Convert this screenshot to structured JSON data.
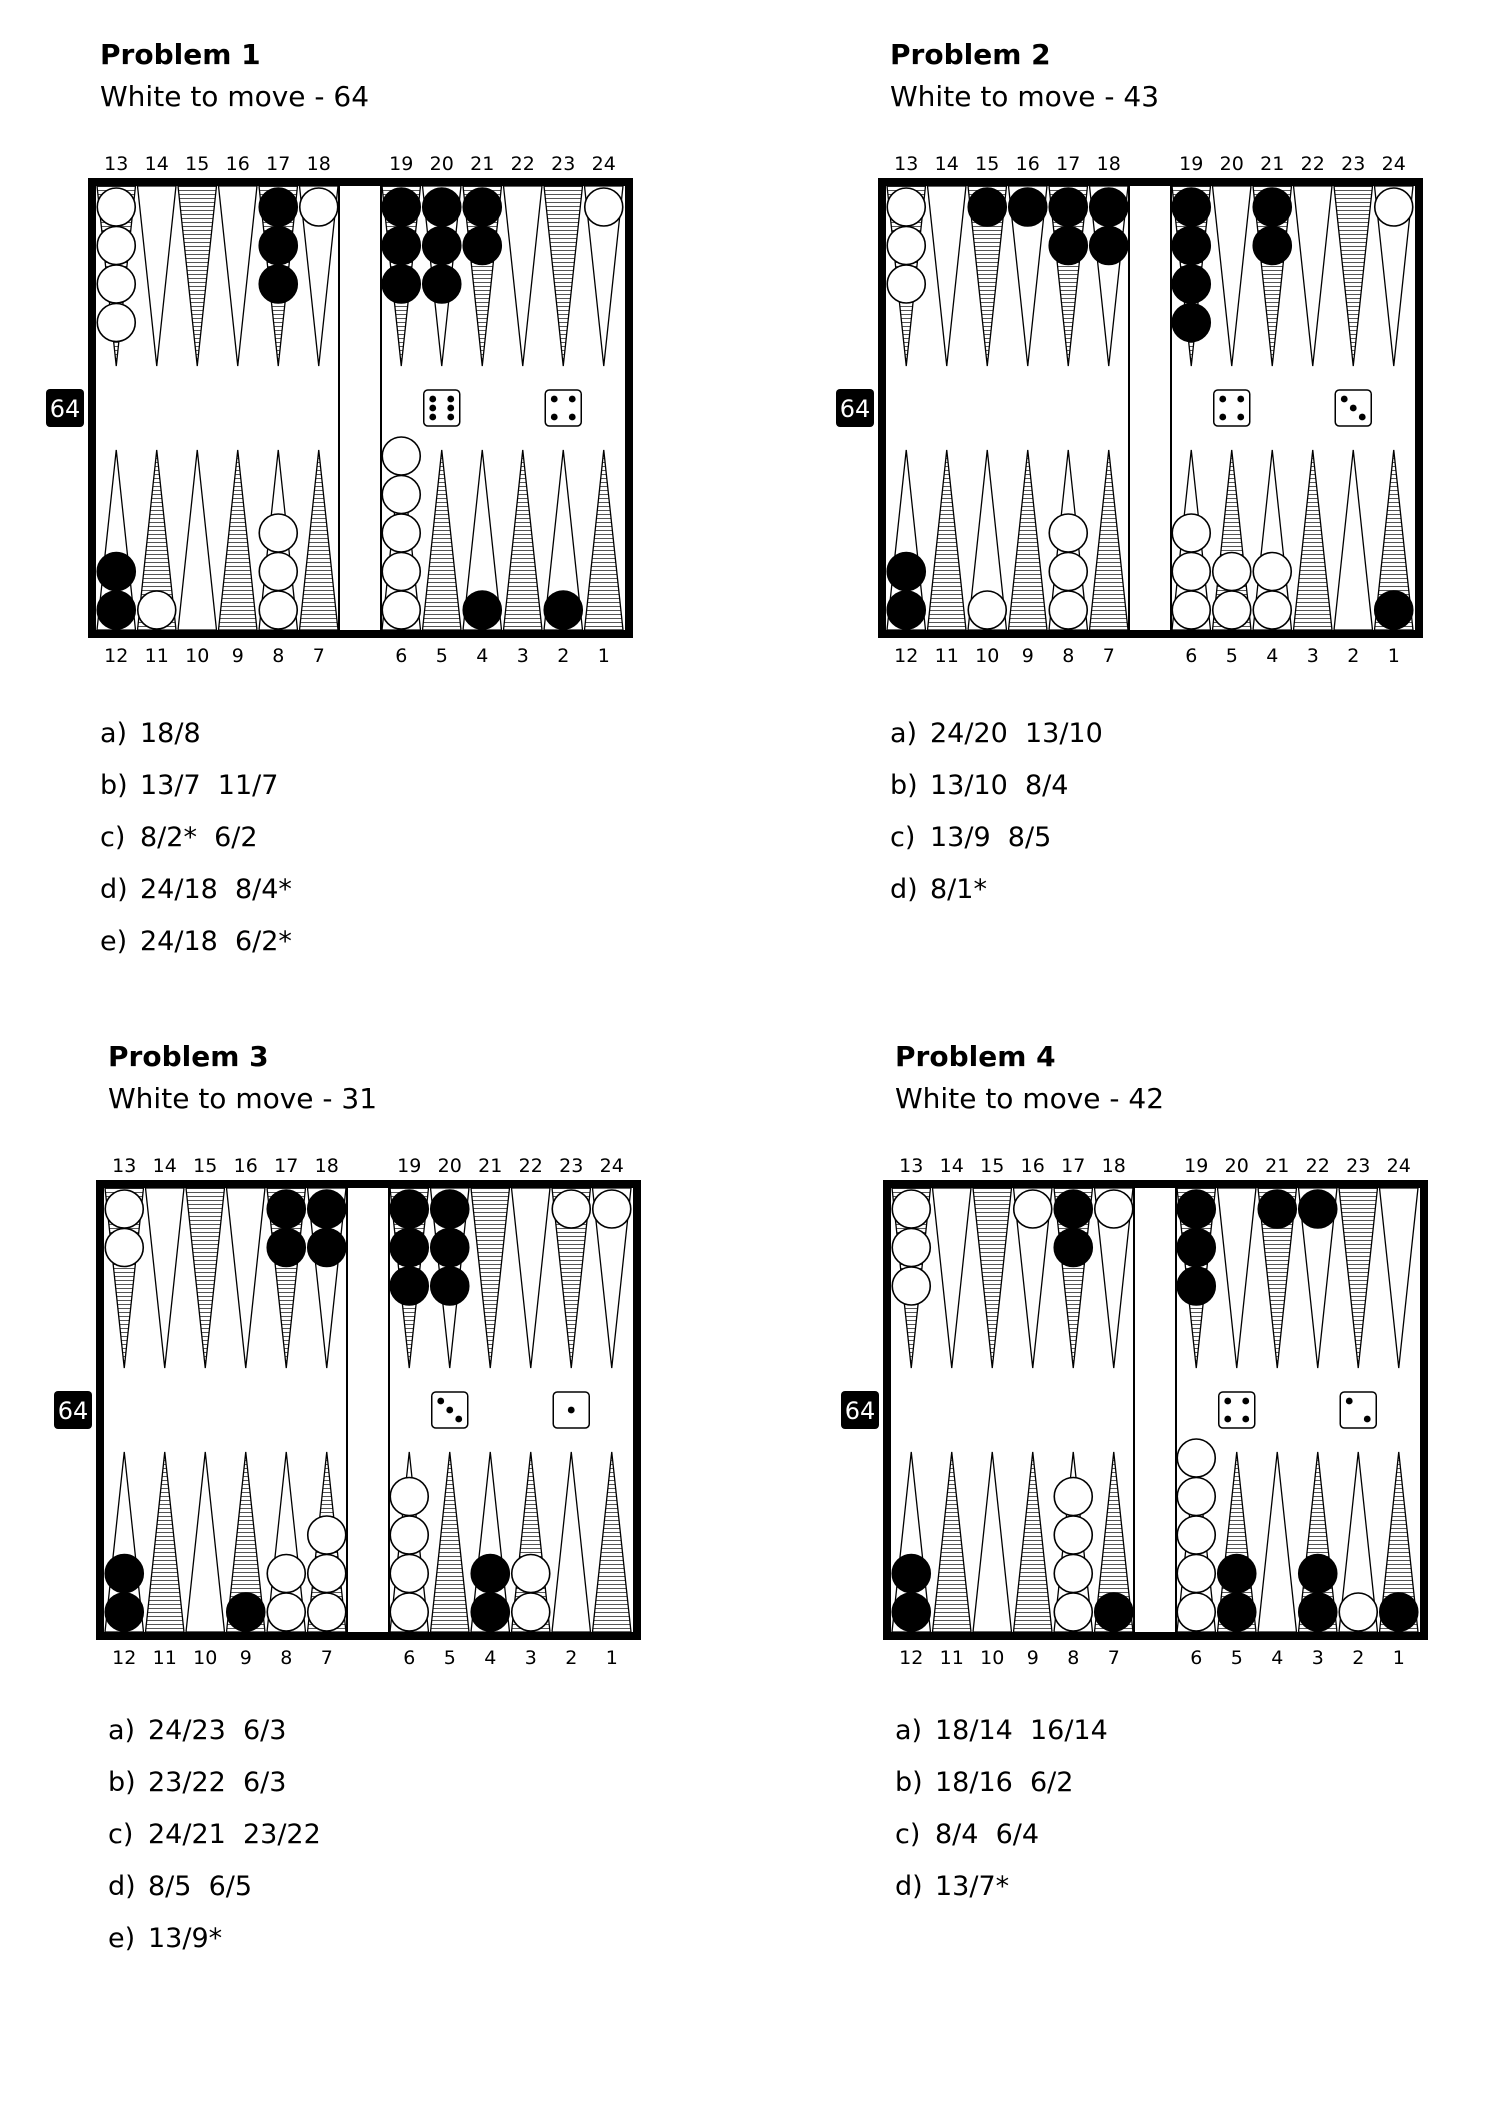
{
  "page": {
    "cube_label": "64",
    "colors": {
      "ink": "#000000",
      "paper": "#ffffff",
      "hatch": "#555555"
    }
  },
  "problems": [
    {
      "title": "Problem 1",
      "subtitle": "White to move - 64",
      "to_move": "White",
      "dice": [
        6,
        4
      ],
      "cube": "64",
      "top_labels": [
        "13",
        "14",
        "15",
        "16",
        "17",
        "18",
        "19",
        "20",
        "21",
        "22",
        "23",
        "24"
      ],
      "bottom_labels": [
        "12",
        "11",
        "10",
        "9",
        "8",
        "7",
        "6",
        "5",
        "4",
        "3",
        "2",
        "1"
      ],
      "checkers": {
        "13": {
          "color": "white",
          "count": 4
        },
        "17": {
          "color": "black",
          "count": 3
        },
        "18": {
          "color": "white",
          "count": 1
        },
        "19": {
          "color": "black",
          "count": 3
        },
        "20": {
          "color": "black",
          "count": 3
        },
        "21": {
          "color": "black",
          "count": 2
        },
        "24": {
          "color": "white",
          "count": 1
        },
        "12": {
          "color": "black",
          "count": 2
        },
        "11": {
          "color": "white",
          "count": 1
        },
        "8": {
          "color": "white",
          "count": 3
        },
        "6": {
          "color": "white",
          "count": 5
        },
        "4": {
          "color": "black",
          "count": 1
        },
        "2": {
          "color": "black",
          "count": 1
        }
      },
      "options": [
        {
          "label": "a)",
          "move": "18/8"
        },
        {
          "label": "b)",
          "move": "13/7  11/7"
        },
        {
          "label": "c)",
          "move": "8/2*  6/2"
        },
        {
          "label": "d)",
          "move": "24/18  8/4*"
        },
        {
          "label": "e)",
          "move": "24/18  6/2*"
        }
      ]
    },
    {
      "title": "Problem 2",
      "subtitle": "White to move - 43",
      "to_move": "White",
      "dice": [
        4,
        3
      ],
      "cube": "64",
      "top_labels": [
        "13",
        "14",
        "15",
        "16",
        "17",
        "18",
        "19",
        "20",
        "21",
        "22",
        "23",
        "24"
      ],
      "bottom_labels": [
        "12",
        "11",
        "10",
        "9",
        "8",
        "7",
        "6",
        "5",
        "4",
        "3",
        "2",
        "1"
      ],
      "checkers": {
        "13": {
          "color": "white",
          "count": 3
        },
        "15": {
          "color": "black",
          "count": 1
        },
        "16": {
          "color": "black",
          "count": 1
        },
        "17": {
          "color": "black",
          "count": 2
        },
        "18": {
          "color": "black",
          "count": 2
        },
        "19": {
          "color": "black",
          "count": 4
        },
        "21": {
          "color": "black",
          "count": 2
        },
        "24": {
          "color": "white",
          "count": 1
        },
        "12": {
          "color": "black",
          "count": 2
        },
        "10": {
          "color": "white",
          "count": 1
        },
        "8": {
          "color": "white",
          "count": 3
        },
        "6": {
          "color": "white",
          "count": 3
        },
        "5": {
          "color": "white",
          "count": 2
        },
        "4": {
          "color": "white",
          "count": 2
        },
        "1": {
          "color": "black",
          "count": 1
        }
      },
      "options": [
        {
          "label": "a)",
          "move": "24/20  13/10"
        },
        {
          "label": "b)",
          "move": "13/10  8/4"
        },
        {
          "label": "c)",
          "move": "13/9  8/5"
        },
        {
          "label": "d)",
          "move": "8/1*"
        }
      ]
    },
    {
      "title": "Problem 3",
      "subtitle": "White to move - 31",
      "to_move": "White",
      "dice": [
        3,
        1
      ],
      "cube": "64",
      "top_labels": [
        "13",
        "14",
        "15",
        "16",
        "17",
        "18",
        "19",
        "20",
        "21",
        "22",
        "23",
        "24"
      ],
      "bottom_labels": [
        "12",
        "11",
        "10",
        "9",
        "8",
        "7",
        "6",
        "5",
        "4",
        "3",
        "2",
        "1"
      ],
      "checkers": {
        "13": {
          "color": "white",
          "count": 2
        },
        "17": {
          "color": "black",
          "count": 2
        },
        "18": {
          "color": "black",
          "count": 2
        },
        "19": {
          "color": "black",
          "count": 3
        },
        "20": {
          "color": "black",
          "count": 3
        },
        "23": {
          "color": "white",
          "count": 1
        },
        "24": {
          "color": "white",
          "count": 1
        },
        "12": {
          "color": "black",
          "count": 2
        },
        "9": {
          "color": "black",
          "count": 1
        },
        "8": {
          "color": "white",
          "count": 2
        },
        "7": {
          "color": "white",
          "count": 3
        },
        "6": {
          "color": "white",
          "count": 4
        },
        "4": {
          "color": "black",
          "count": 2
        },
        "3": {
          "color": "white",
          "count": 2
        }
      },
      "options": [
        {
          "label": "a)",
          "move": "24/23  6/3"
        },
        {
          "label": "b)",
          "move": "23/22  6/3"
        },
        {
          "label": "c)",
          "move": "24/21  23/22"
        },
        {
          "label": "d)",
          "move": "8/5  6/5"
        },
        {
          "label": "e)",
          "move": "13/9*"
        }
      ]
    },
    {
      "title": "Problem 4",
      "subtitle": "White to move - 42",
      "to_move": "White",
      "dice": [
        4,
        2
      ],
      "cube": "64",
      "top_labels": [
        "13",
        "14",
        "15",
        "16",
        "17",
        "18",
        "19",
        "20",
        "21",
        "22",
        "23",
        "24"
      ],
      "bottom_labels": [
        "12",
        "11",
        "10",
        "9",
        "8",
        "7",
        "6",
        "5",
        "4",
        "3",
        "2",
        "1"
      ],
      "checkers": {
        "13": {
          "color": "white",
          "count": 3
        },
        "16": {
          "color": "white",
          "count": 1
        },
        "17": {
          "color": "black",
          "count": 2
        },
        "18": {
          "color": "white",
          "count": 1
        },
        "19": {
          "color": "black",
          "count": 3
        },
        "21": {
          "color": "black",
          "count": 1
        },
        "22": {
          "color": "black",
          "count": 1
        },
        "12": {
          "color": "black",
          "count": 2
        },
        "8": {
          "color": "white",
          "count": 4
        },
        "7": {
          "color": "black",
          "count": 1
        },
        "6": {
          "color": "white",
          "count": 5
        },
        "5": {
          "color": "black",
          "count": 2
        },
        "3": {
          "color": "black",
          "count": 2
        },
        "2": {
          "color": "white",
          "count": 1
        },
        "1": {
          "color": "black",
          "count": 1
        }
      },
      "options": [
        {
          "label": "a)",
          "move": "18/14  16/14"
        },
        {
          "label": "b)",
          "move": "18/16  6/2"
        },
        {
          "label": "c)",
          "move": "8/4  6/4"
        },
        {
          "label": "d)",
          "move": "13/7*"
        }
      ]
    }
  ]
}
